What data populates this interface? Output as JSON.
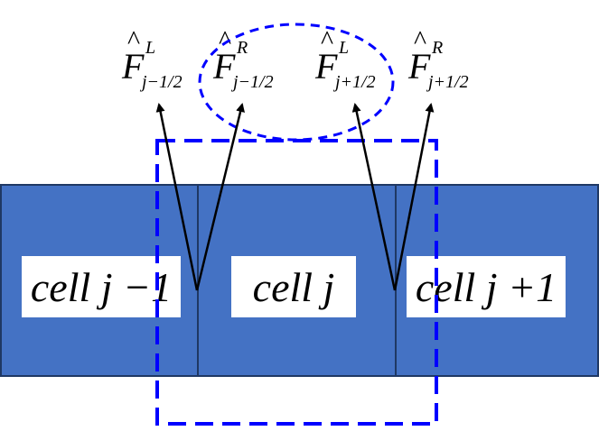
{
  "cells": [
    {
      "label": "cell  j −1"
    },
    {
      "label": "cell  j"
    },
    {
      "label": "cell  j +1"
    }
  ],
  "fluxes": [
    {
      "symbol": "F",
      "hat": "^",
      "sup": "L",
      "sub": "j−1/2"
    },
    {
      "symbol": "F",
      "hat": "^",
      "sup": "R",
      "sub": "j−1/2"
    },
    {
      "symbol": "F",
      "hat": "^",
      "sup": "L",
      "sub": "j+1/2"
    },
    {
      "symbol": "F",
      "hat": "^",
      "sup": "R",
      "sub": "j+1/2"
    }
  ],
  "colors": {
    "cell_fill": "#4472c4",
    "cell_border": "#1f3864",
    "dashed": "#0000ff",
    "arrow": "#000000"
  }
}
